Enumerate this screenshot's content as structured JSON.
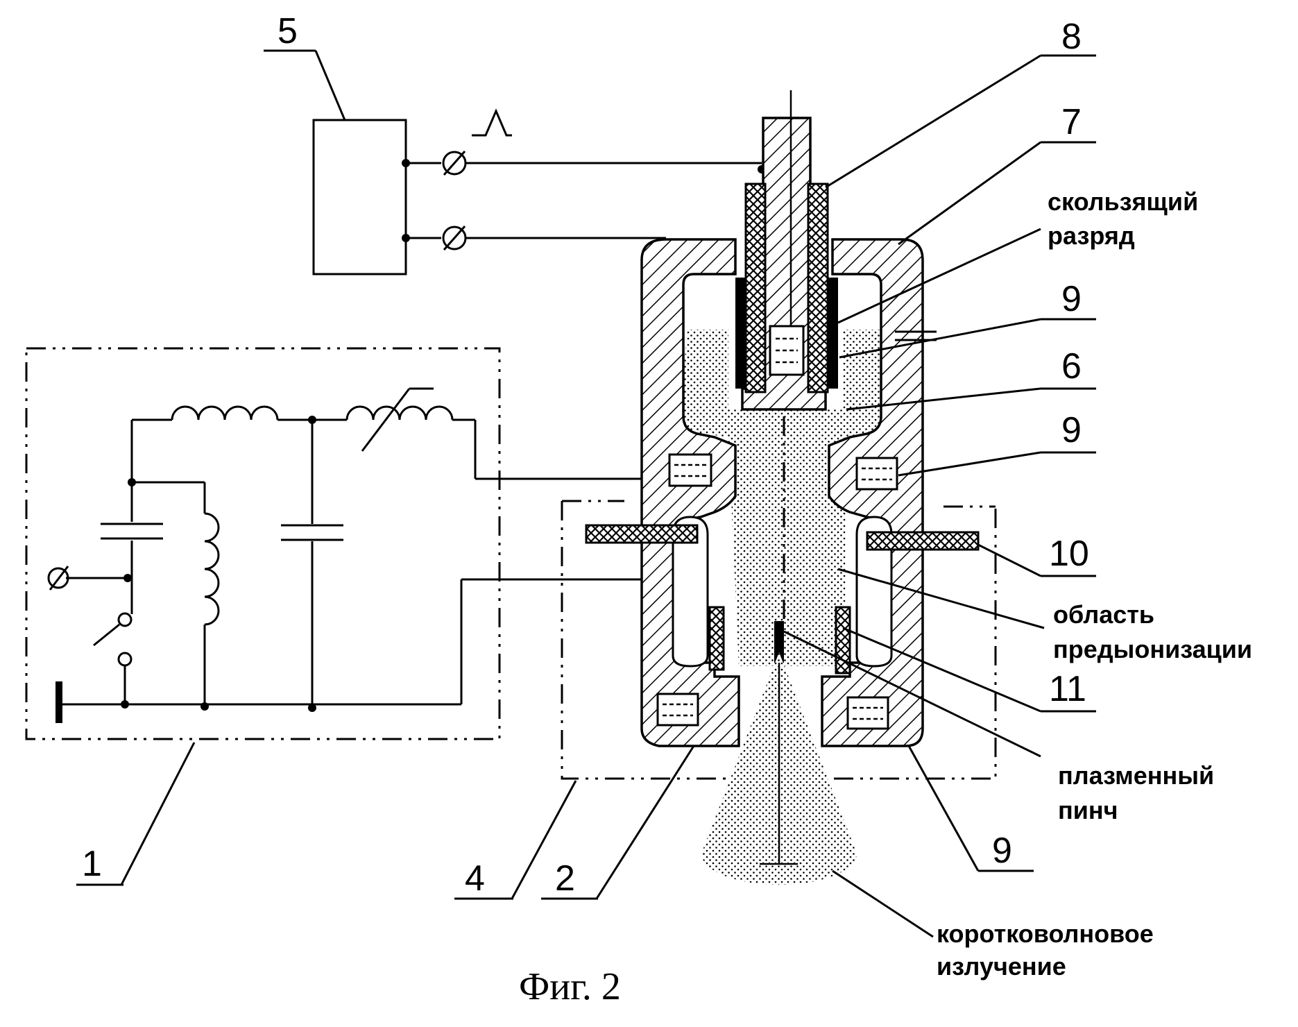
{
  "figure": {
    "caption": "Фиг. 2",
    "part_numbers": {
      "p1": "1",
      "p2": "2",
      "p4": "4",
      "p5": "5",
      "p6": "6",
      "p7": "7",
      "p8": "8",
      "p9a": "9",
      "p9b": "9",
      "p9c": "9",
      "p10": "10",
      "p11": "11"
    },
    "labels": {
      "sliding_discharge_1": "скользящий",
      "sliding_discharge_2": "разряд",
      "preionization_1": "область",
      "preionization_2": "предыонизации",
      "plasma_pinch_1": "плазменный",
      "plasma_pinch_2": "пинч",
      "shortwave_1": "коротковолновое",
      "shortwave_2": "излучение"
    },
    "pulse_symbol": "Λ"
  }
}
